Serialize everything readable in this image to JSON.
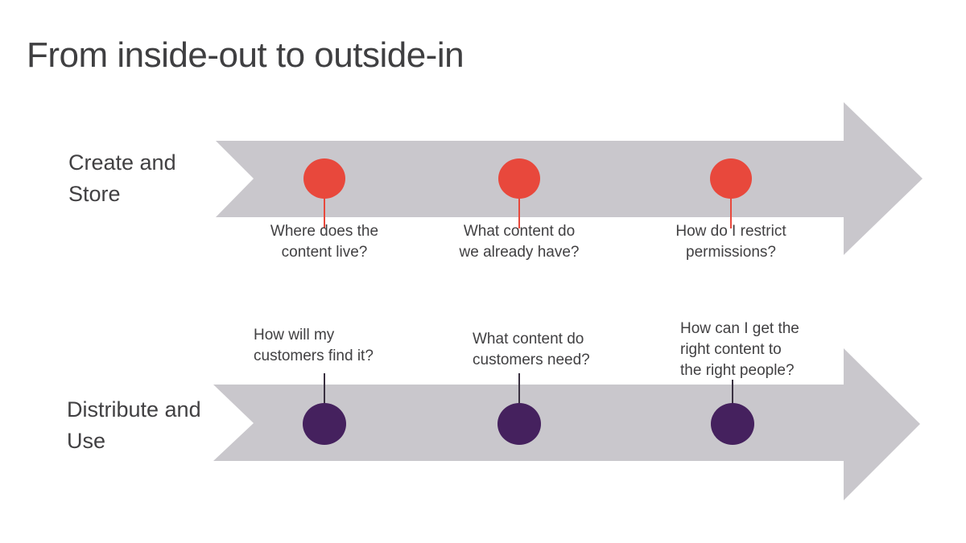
{
  "title": "From inside-out to outside-in",
  "colors": {
    "arrow": "#C9C7CC",
    "red_dot": "#E8483C",
    "red_stem": "#E8483C",
    "purple_dot": "#45215E",
    "dark_stem": "#3A3141",
    "text": "#414042",
    "title_text": "#3F3F41"
  },
  "rows": [
    {
      "label": "Create and\nStore",
      "dot_color_name": "red",
      "questions": [
        "Where does the\ncontent live?",
        "What content do\nwe already have?",
        "How do I restrict\npermissions?"
      ]
    },
    {
      "label": "Distribute and\nUse",
      "dot_color_name": "purple",
      "questions": [
        "How will my\ncustomers find it?",
        "What content do\ncustomers need?",
        "How can I get the\nright content to\nthe right people?"
      ]
    }
  ]
}
